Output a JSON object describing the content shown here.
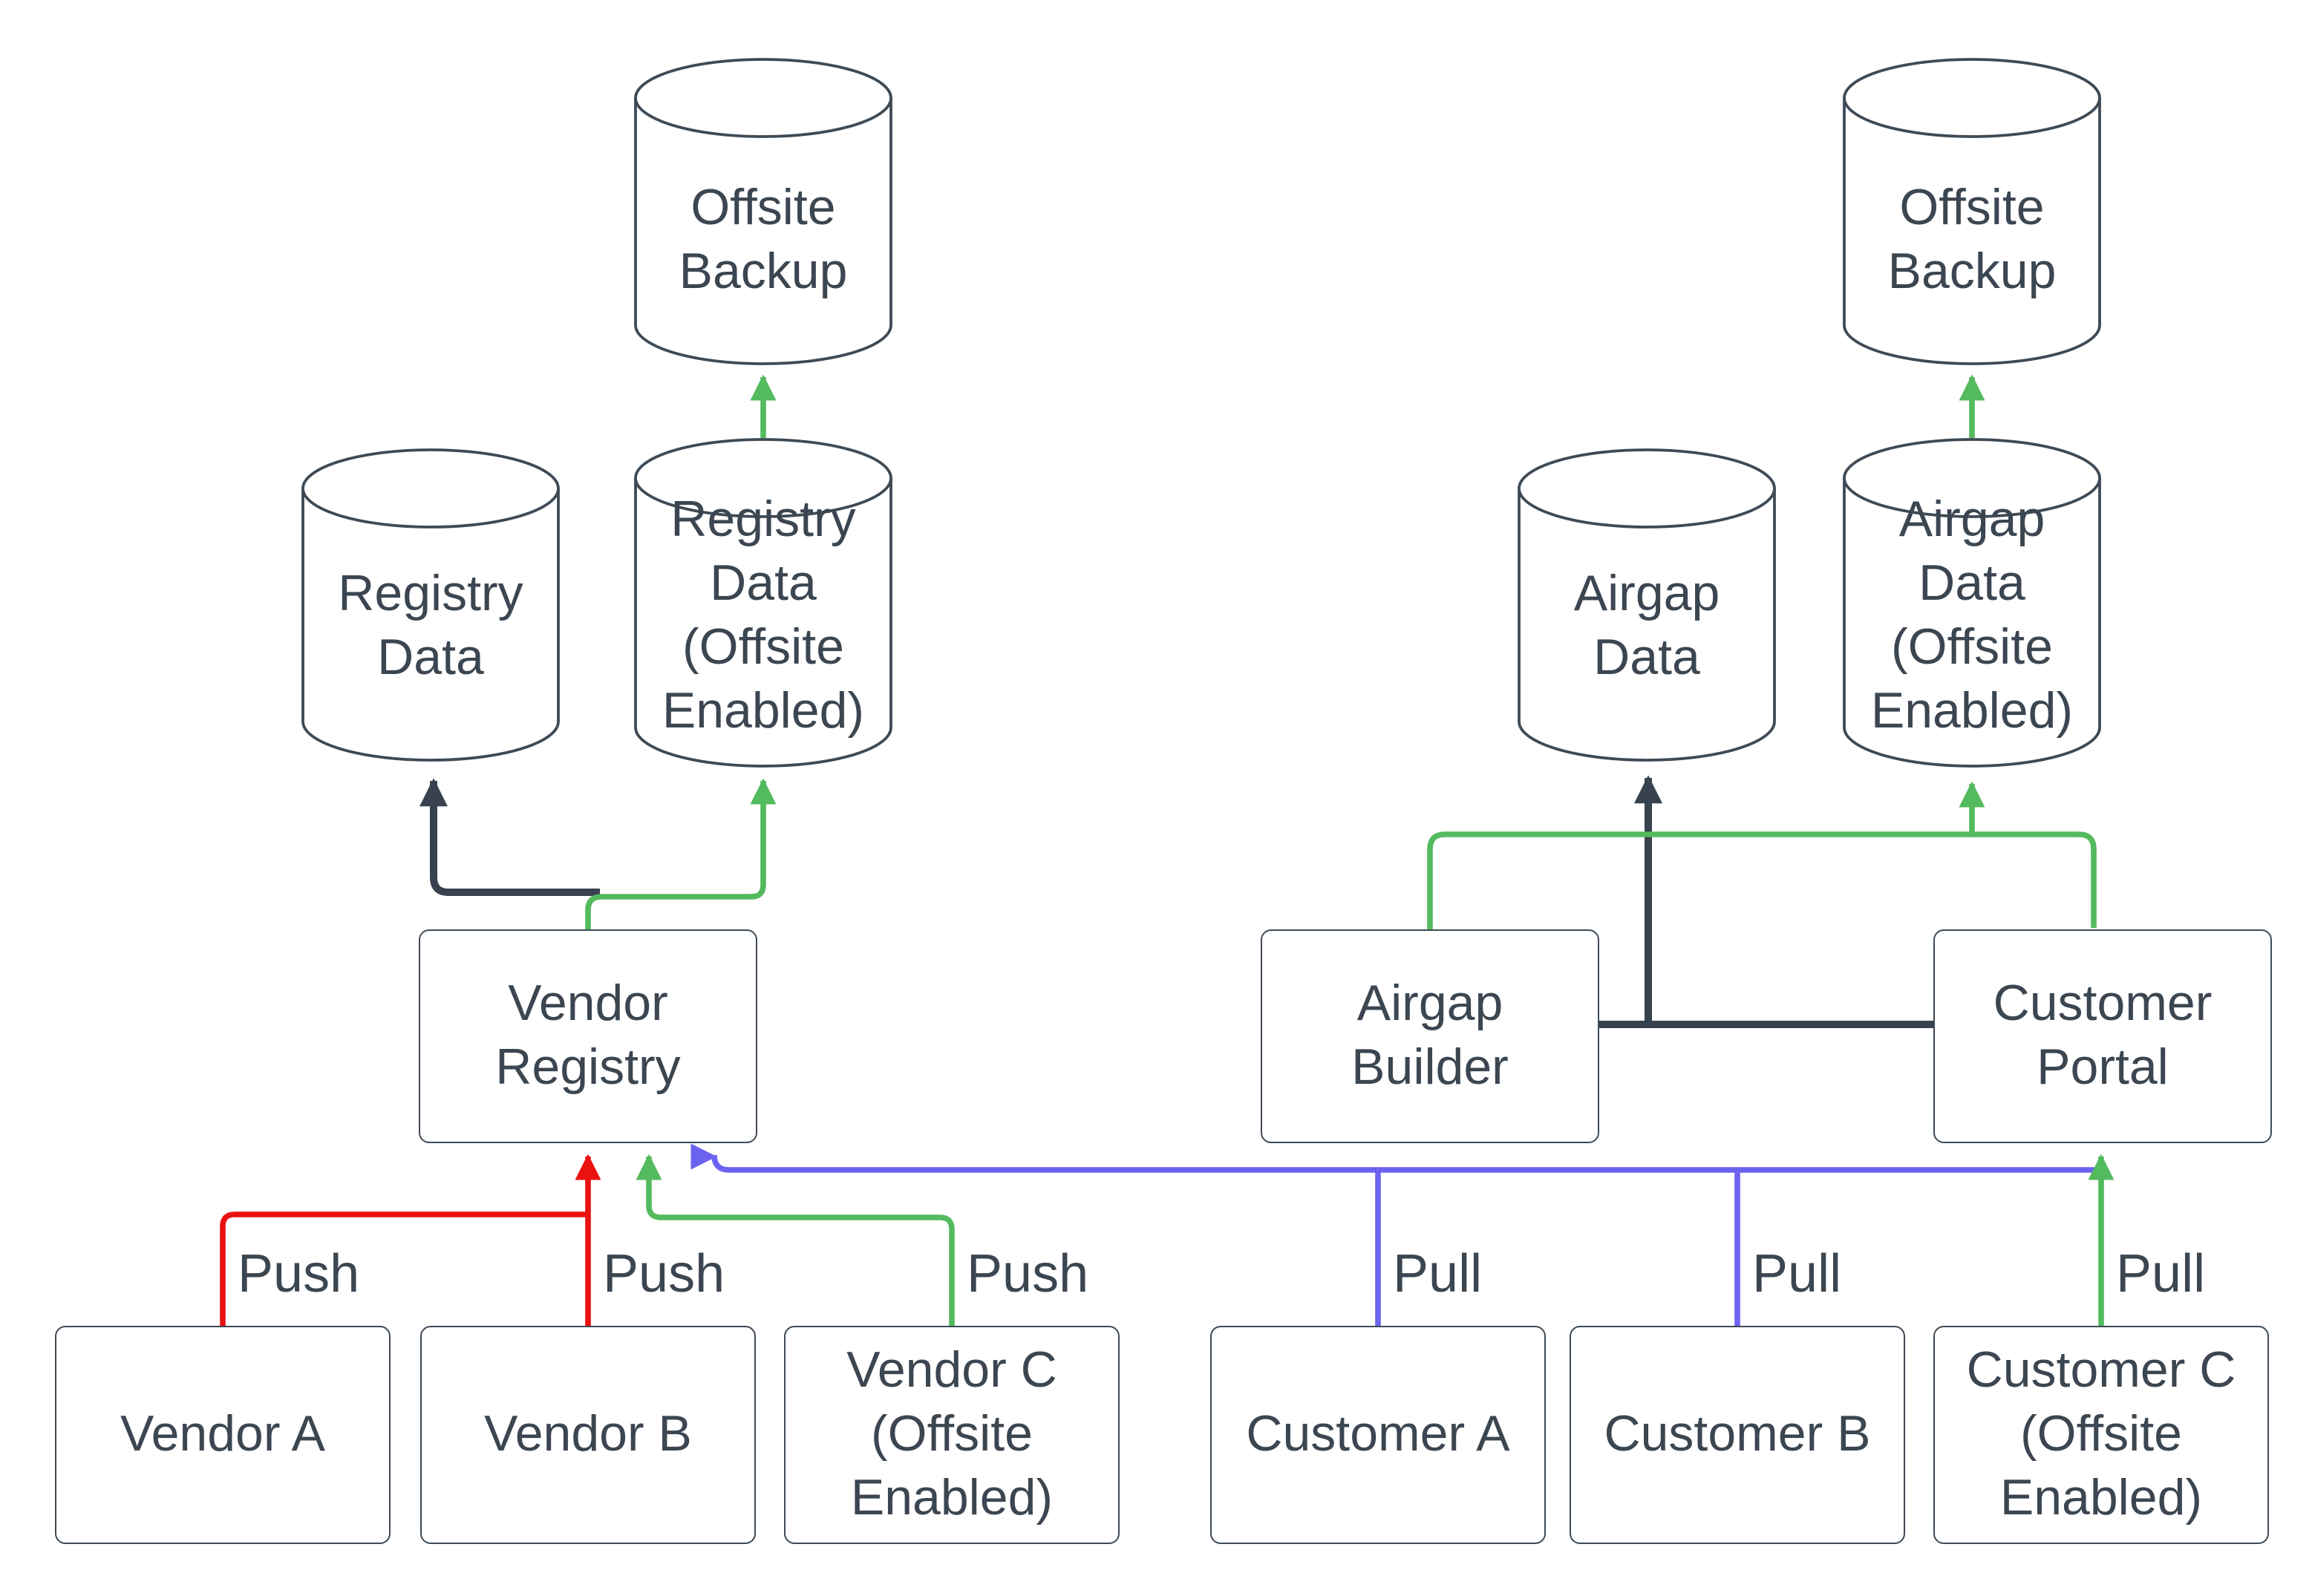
{
  "diagram_title": "Vendor registry push/pull with offsite and airgap backup flow",
  "colors": {
    "background": "#ffffff",
    "shape_stroke": "#3E4A55",
    "text": "#3B4651",
    "dark_link": "#38424E",
    "green_link": "#53BA5E",
    "red_link": "#EA1111",
    "purple_link": "#6C62F0"
  },
  "nodes": {
    "offsite_backup_left": {
      "label": "Offsite Backup",
      "shape": "cylinder"
    },
    "registry_data": {
      "label": "Registry Data",
      "shape": "cylinder"
    },
    "registry_data_oe": {
      "label": "Registry Data (Offsite Enabled)",
      "shape": "cylinder"
    },
    "vendor_registry": {
      "label": "Vendor Registry",
      "shape": "box"
    },
    "airgap_data": {
      "label": "Airgap Data",
      "shape": "cylinder"
    },
    "airgap_data_oe": {
      "label": "Airgap Data (Offsite Enabled)",
      "shape": "cylinder"
    },
    "offsite_backup_right": {
      "label": "Offsite Backup",
      "shape": "cylinder"
    },
    "airgap_builder": {
      "label": "Airgap Builder",
      "shape": "box"
    },
    "customer_portal": {
      "label": "Customer Portal",
      "shape": "box"
    },
    "vendor_a": {
      "label": "Vendor A",
      "shape": "box"
    },
    "vendor_b": {
      "label": "Vendor B",
      "shape": "box"
    },
    "vendor_c": {
      "label": "Vendor C (Offsite Enabled)",
      "shape": "box"
    },
    "customer_a": {
      "label": "Customer A",
      "shape": "box"
    },
    "customer_b": {
      "label": "Customer B",
      "shape": "box"
    },
    "customer_c": {
      "label": "Customer C (Offsite Enabled)",
      "shape": "box"
    }
  },
  "flow_labels": {
    "push_a": "Push",
    "push_b": "Push",
    "push_c": "Push",
    "pull_a": "Pull",
    "pull_b": "Pull",
    "pull_c": "Pull"
  },
  "edges": [
    {
      "from": "Vendor A",
      "to": "Vendor Registry",
      "label": "Push",
      "color": "red"
    },
    {
      "from": "Vendor B",
      "to": "Vendor Registry",
      "label": "Push",
      "color": "red"
    },
    {
      "from": "Vendor C (Offsite Enabled)",
      "to": "Vendor Registry",
      "label": "Push",
      "color": "green"
    },
    {
      "from": "Customer A",
      "to": "Vendor Registry",
      "label": "Pull",
      "color": "purple"
    },
    {
      "from": "Customer B",
      "to": "Vendor Registry",
      "label": "Pull",
      "color": "purple"
    },
    {
      "from": "Customer C (Offsite Enabled)",
      "to": "Customer Portal",
      "label": "Pull",
      "color": "green"
    },
    {
      "from": "Vendor Registry",
      "to": "Registry Data",
      "label": "",
      "color": "dark"
    },
    {
      "from": "Vendor Registry",
      "to": "Registry Data (Offsite Enabled)",
      "label": "",
      "color": "green"
    },
    {
      "from": "Registry Data (Offsite Enabled)",
      "to": "Offsite Backup",
      "label": "",
      "color": "green"
    },
    {
      "from": "Airgap Builder",
      "to": "Airgap Data (Offsite Enabled)",
      "label": "",
      "color": "green"
    },
    {
      "from": "Airgap Builder",
      "to": "Customer Portal",
      "label": "",
      "color": "green"
    },
    {
      "from": "Customer Portal",
      "to": "Airgap Builder",
      "label": "",
      "color": "dark"
    },
    {
      "from": "Customer Portal / Airgap Builder",
      "to": "Airgap Data",
      "label": "",
      "color": "dark"
    },
    {
      "from": "Airgap Data (Offsite Enabled)",
      "to": "Offsite Backup",
      "label": "",
      "color": "green"
    }
  ]
}
